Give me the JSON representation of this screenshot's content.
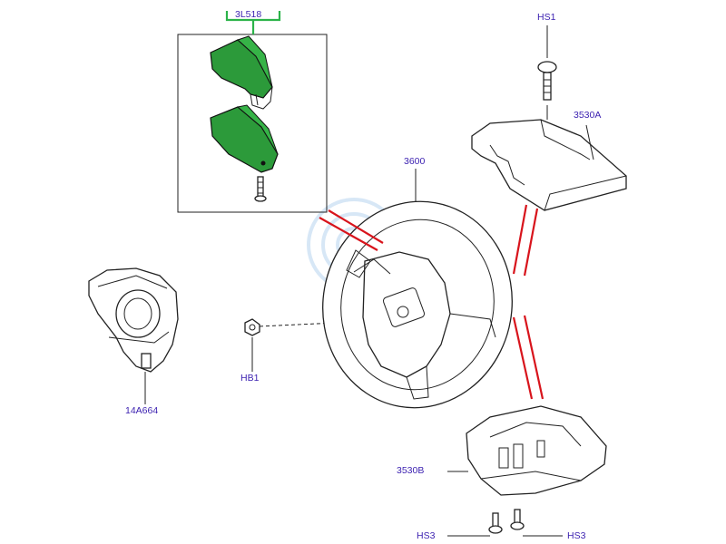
{
  "diagram": {
    "colors": {
      "label_text": "#3a1fb0",
      "highlight_part": "#2c9a3a",
      "highlight_frame": "#2cb34a",
      "guide_lines": "#d8141c",
      "outline": "#222222"
    },
    "callouts": {
      "kit": "3L518",
      "wheel": "3600",
      "screw_top": "HS1",
      "upper_cover": "3530A",
      "clock_spring": "14A664",
      "bolt": "HB1",
      "lower_cover": "3530B",
      "screw_left": "HS3",
      "screw_right": "HS3"
    }
  }
}
